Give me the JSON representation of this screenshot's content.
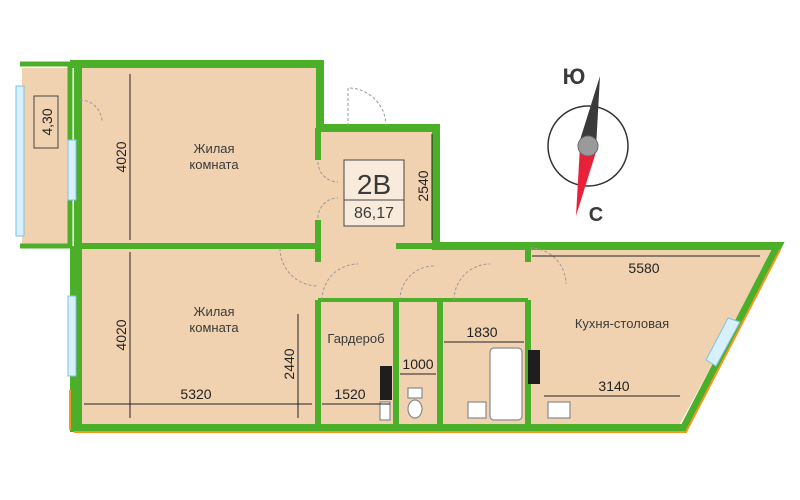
{
  "apartment": {
    "type": "2В",
    "area": "86,17"
  },
  "rooms": {
    "living_room_1": {
      "line1": "Жилая",
      "line2": "комната"
    },
    "living_room_2": {
      "line1": "Жилая",
      "line2": "комната"
    },
    "wardrobe": "Гардероб",
    "kitchen": "Кухня-столовая"
  },
  "balcony": {
    "area": "4,30"
  },
  "dimensions": {
    "room1_height": "4020",
    "hall_height": "2540",
    "room2_height": "4020",
    "room2_width": "5320",
    "room2_inner": "2440",
    "wardrobe_width": "1520",
    "wc_width": "1000",
    "bath_width": "1830",
    "kitchen_top": "5580",
    "kitchen_bottom": "3140"
  },
  "compass": {
    "south_label": "Ю",
    "north_label": "С",
    "needle_dark": "#3a3a3a",
    "needle_red": "#e8203a"
  },
  "colors": {
    "floor": "#f1d2b0",
    "wall": "#4caf2a",
    "wall_dark": "#2f7d1c",
    "window": "#bfe6f7",
    "orange_edge": "#f39a1e"
  }
}
